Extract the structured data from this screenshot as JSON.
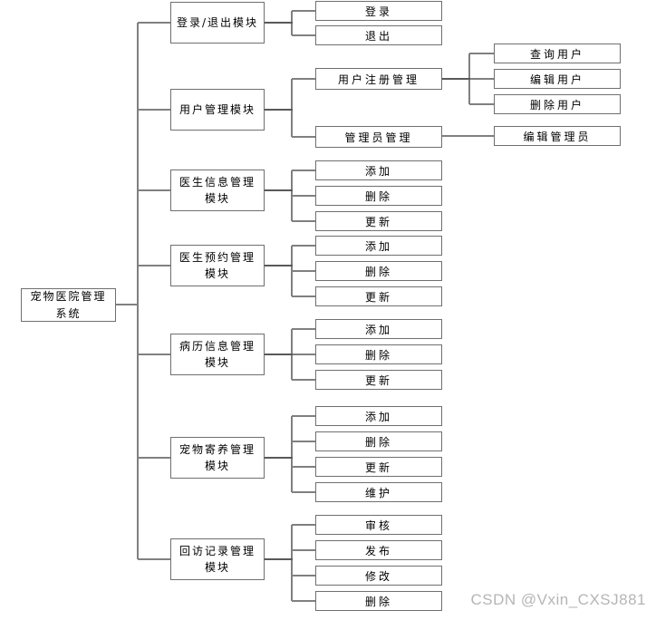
{
  "colors": {
    "line": "#808080",
    "line_dark": "#595959",
    "box_border": "#6f6f6f",
    "text": "#000000",
    "watermark": "#b5b5b5",
    "background": "#ffffff"
  },
  "watermark": "CSDN @Vxin_CXSJ881",
  "diagram": {
    "root": {
      "label": "宠物医院管理\n系统"
    },
    "modules": [
      {
        "label": "登录/退出模块",
        "children": [
          {
            "label": "登录"
          },
          {
            "label": "退出"
          }
        ]
      },
      {
        "label": "用户管理模块",
        "children": [
          {
            "label": "用户注册管理",
            "children": [
              {
                "label": "查询用户"
              },
              {
                "label": "编辑用户"
              },
              {
                "label": "删除用户"
              }
            ]
          },
          {
            "label": "管理员管理",
            "children": [
              {
                "label": "编辑管理员"
              }
            ]
          }
        ]
      },
      {
        "label": "医生信息管理\n模块",
        "children": [
          {
            "label": "添加"
          },
          {
            "label": "删除"
          },
          {
            "label": "更新"
          }
        ]
      },
      {
        "label": "医生预约管理\n模块",
        "children": [
          {
            "label": "添加"
          },
          {
            "label": "删除"
          },
          {
            "label": "更新"
          }
        ]
      },
      {
        "label": "病历信息管理\n模块",
        "children": [
          {
            "label": "添加"
          },
          {
            "label": "删除"
          },
          {
            "label": "更新"
          }
        ]
      },
      {
        "label": "宠物寄养管理\n模块",
        "children": [
          {
            "label": "添加"
          },
          {
            "label": "删除"
          },
          {
            "label": "更新"
          },
          {
            "label": "维护"
          }
        ]
      },
      {
        "label": "回访记录管理\n模块",
        "children": [
          {
            "label": "审核"
          },
          {
            "label": "发布"
          },
          {
            "label": "修改"
          },
          {
            "label": "删除"
          }
        ]
      }
    ]
  }
}
